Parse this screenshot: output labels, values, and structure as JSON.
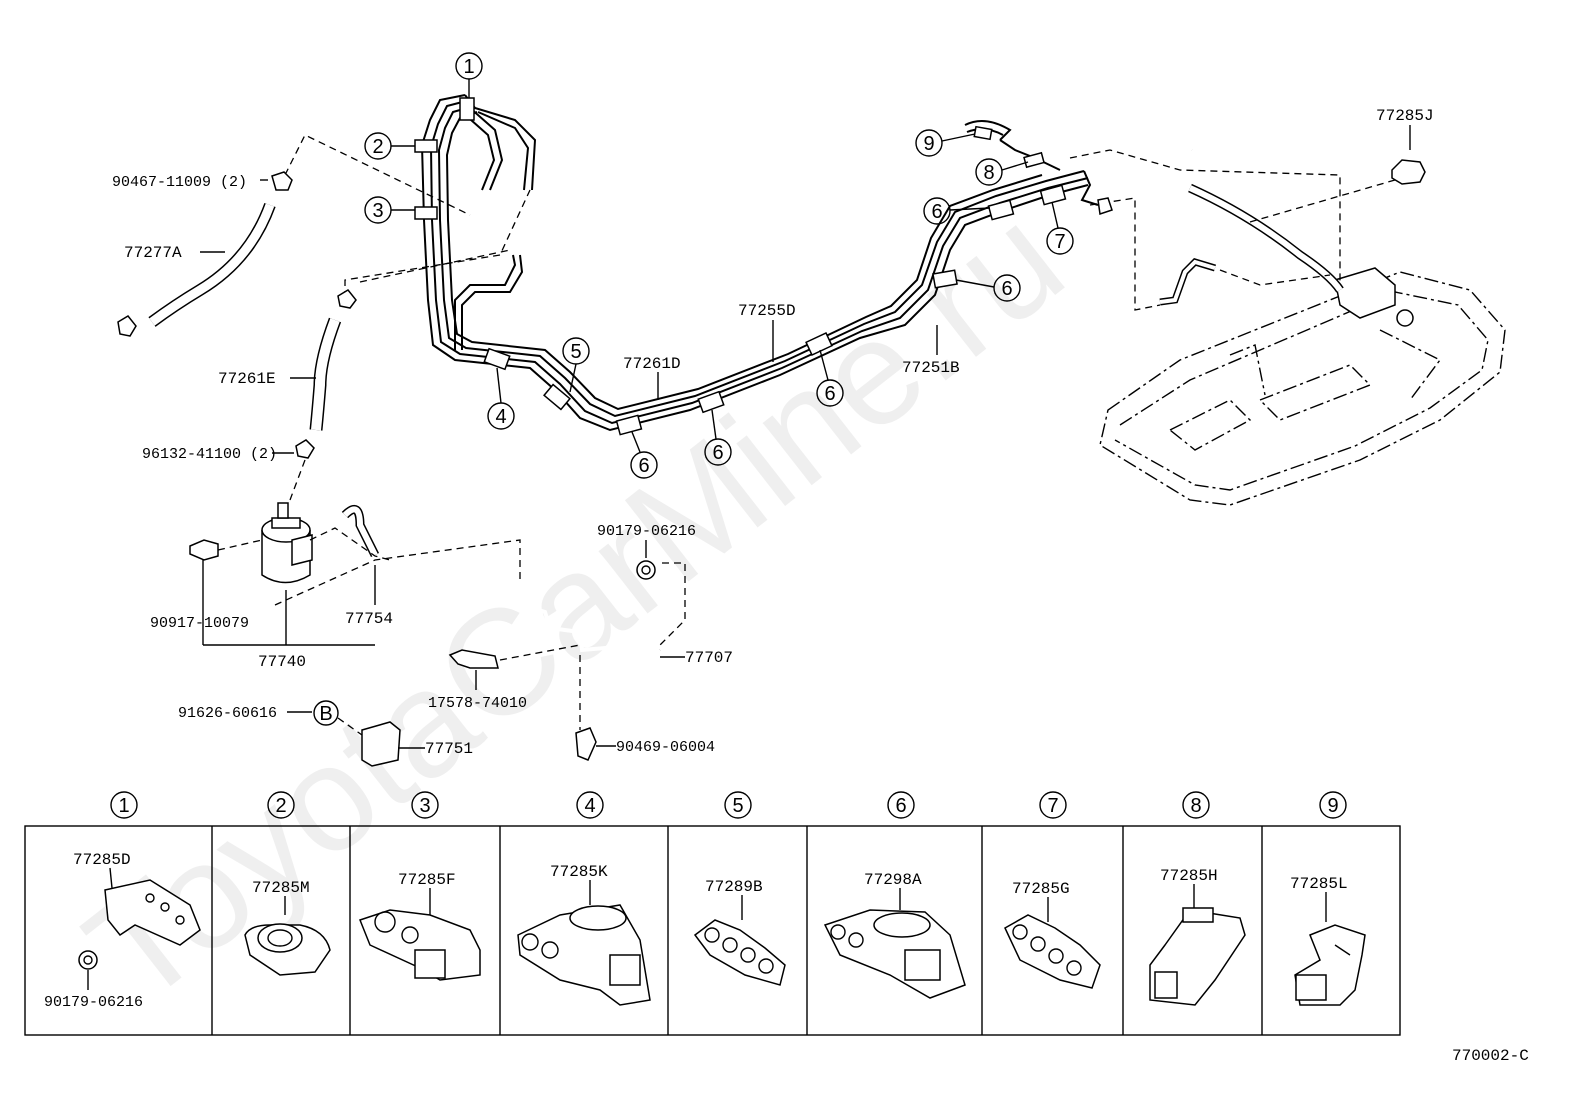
{
  "watermark": "ToyotaCarMine.ru",
  "diagram_code": "770002-C",
  "part_labels": {
    "p90467_11009": "90467-11009 (2)",
    "p77277A": "77277A",
    "p77261E": "77261E",
    "p96132_41100": "96132-41100 (2)",
    "p90917_10079": "90917-10079",
    "p77740": "77740",
    "p77754": "77754",
    "p91626_60616": "91626-60616",
    "p77751": "77751",
    "p17578_74010": "17578-74010",
    "p90469_06004": "90469-06004",
    "p90179_06216": "90179-06216",
    "p77707": "77707",
    "p77261D": "77261D",
    "p77255D": "77255D",
    "p77251B": "77251B",
    "p77285J": "77285J"
  },
  "callouts": {
    "c1": "1",
    "c2": "2",
    "c3": "3",
    "c4": "4",
    "c5": "5",
    "c6": "6",
    "c7": "7",
    "c8": "8",
    "c9": "9",
    "cB": "B"
  },
  "clamp_table": {
    "headers": [
      "1",
      "2",
      "3",
      "4",
      "5",
      "6",
      "7",
      "8",
      "9"
    ],
    "cells": [
      {
        "part": "77285D",
        "sub": "90179-06216"
      },
      {
        "part": "77285M"
      },
      {
        "part": "77285F"
      },
      {
        "part": "77285K"
      },
      {
        "part": "77289B"
      },
      {
        "part": "77298A"
      },
      {
        "part": "77285G"
      },
      {
        "part": "77285H"
      },
      {
        "part": "77285L"
      }
    ]
  }
}
